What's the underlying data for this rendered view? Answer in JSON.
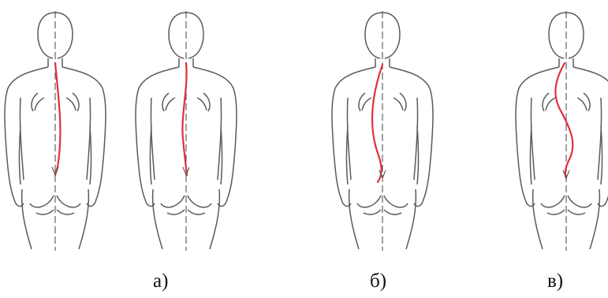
{
  "figure": {
    "labels": {
      "a": "а)",
      "b": "б)",
      "v": "в)"
    },
    "colors": {
      "outline": "#5a5a5a",
      "spine_curve": "#e0303a",
      "axis": "#555555"
    }
  }
}
